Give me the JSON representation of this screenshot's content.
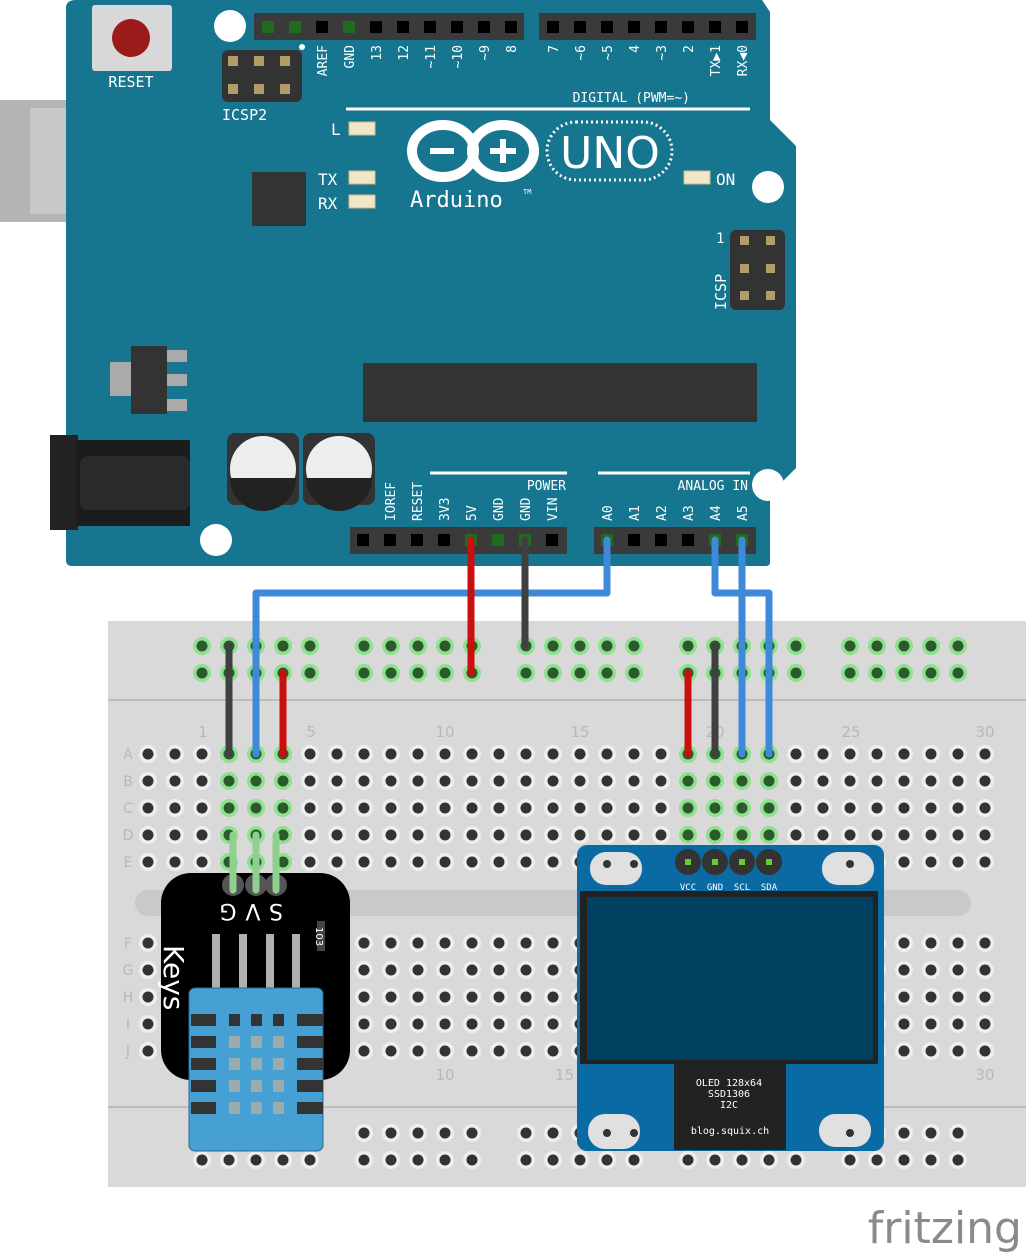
{
  "arduino": {
    "reset_label": "RESET",
    "icsp2_label": "ICSP2",
    "icsp_label": "ICSP",
    "icsp_pin1": "1",
    "led_l": "L",
    "led_tx": "TX",
    "led_rx": "RX",
    "led_on": "ON",
    "brand": "Arduino",
    "tm": "TM",
    "model": "UNO",
    "digital_label": "DIGITAL (PWM=~)",
    "power_label": "POWER",
    "analog_label": "ANALOG IN",
    "digital_left_pins": [
      "",
      "",
      "AREF",
      "GND",
      "13",
      "12",
      "~11",
      "~10",
      "~9",
      "8"
    ],
    "digital_right_pins": [
      "7",
      "~6",
      "~5",
      "4",
      "~3",
      "2",
      "TX▶1",
      "RX◀0"
    ],
    "power_pins": [
      "",
      "IOREF",
      "RESET",
      "3V3",
      "5V",
      "GND",
      "GND",
      "VIN"
    ],
    "analog_pins": [
      "A0",
      "A1",
      "A2",
      "A3",
      "A4",
      "A5"
    ]
  },
  "breadboard": {
    "column_numbers": [
      "1",
      "5",
      "10",
      "15",
      "20",
      "25",
      "30"
    ],
    "rows_top": [
      "A",
      "B",
      "C",
      "D",
      "E"
    ],
    "rows_bottom": [
      "F",
      "G",
      "H",
      "I",
      "J"
    ],
    "bottom_numbers": [
      "10",
      "15",
      "30"
    ]
  },
  "sensor": {
    "brand": "Keys",
    "pins": [
      "S",
      "V",
      "G"
    ],
    "resistor": "103"
  },
  "oled": {
    "pins": [
      "VCC",
      "GND",
      "SCL",
      "SDA"
    ],
    "line1": "OLED 128x64",
    "line2": "SSD1306",
    "line3": "I2C",
    "site": "blog.squix.ch"
  },
  "footer": {
    "logo": "fritzing"
  },
  "colors": {
    "board": "#16758f",
    "breadboard": "#d9d9d9",
    "wire_red": "#c8100e",
    "wire_black": "#404040",
    "wire_blue": "#3f8ad8",
    "oled_pcb": "#0a6aa3",
    "dht": "#46a0d3"
  }
}
